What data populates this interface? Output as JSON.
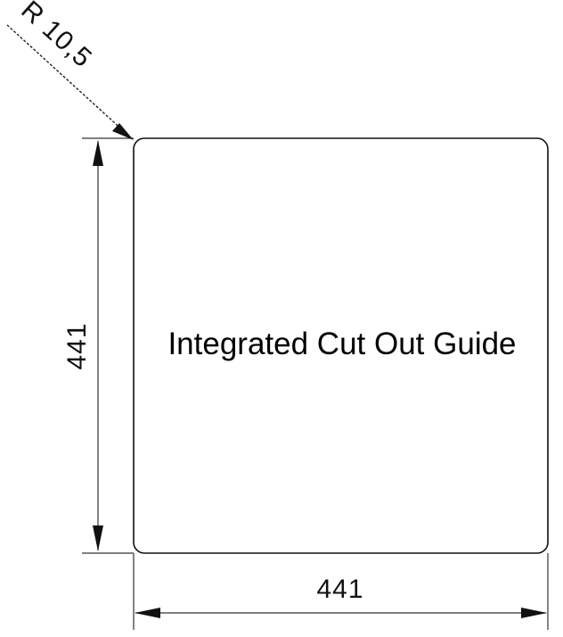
{
  "diagram": {
    "title": "Integrated Cut Out Guide",
    "radius_label": "R 10,5",
    "width_label": "441",
    "height_label": "441",
    "line_color": "#111111",
    "background_color": "#ffffff"
  }
}
